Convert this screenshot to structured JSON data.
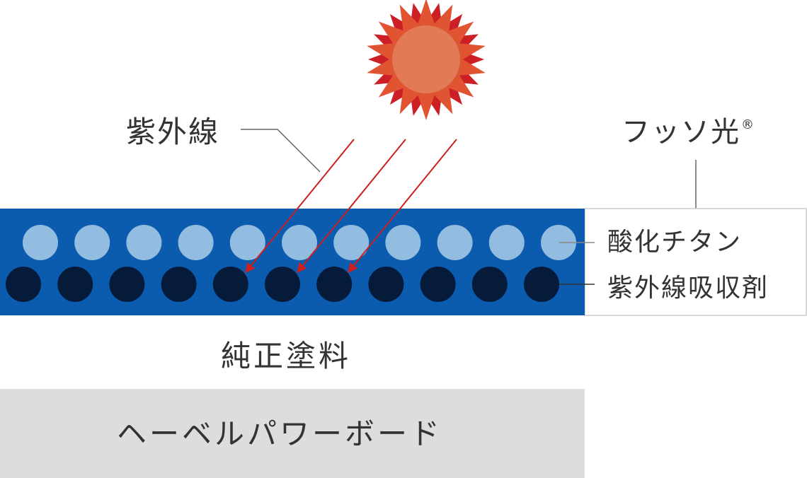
{
  "labels": {
    "uv": "紫外線",
    "fusso": "フッソ光",
    "fusso_mark": "®",
    "titanium": "酸化チタン",
    "absorber": "紫外線吸収剤",
    "paint": "純正塗料",
    "board": "ヘーベルパワーボード"
  },
  "colors": {
    "coat_blue": "#0b5bae",
    "titanium_dot": "#93bde0",
    "absorber_dot": "#061b3a",
    "arrow_red": "#cc1f1f",
    "sun_core": "#e17a55",
    "sun_inner_rays": "#e05432",
    "sun_outer_rays": "#cc1f26",
    "board_gray": "#dddddd",
    "leader_gray": "#666666"
  },
  "icons": {
    "sun": "sun-icon",
    "uv_rays": "arrow-icon"
  }
}
